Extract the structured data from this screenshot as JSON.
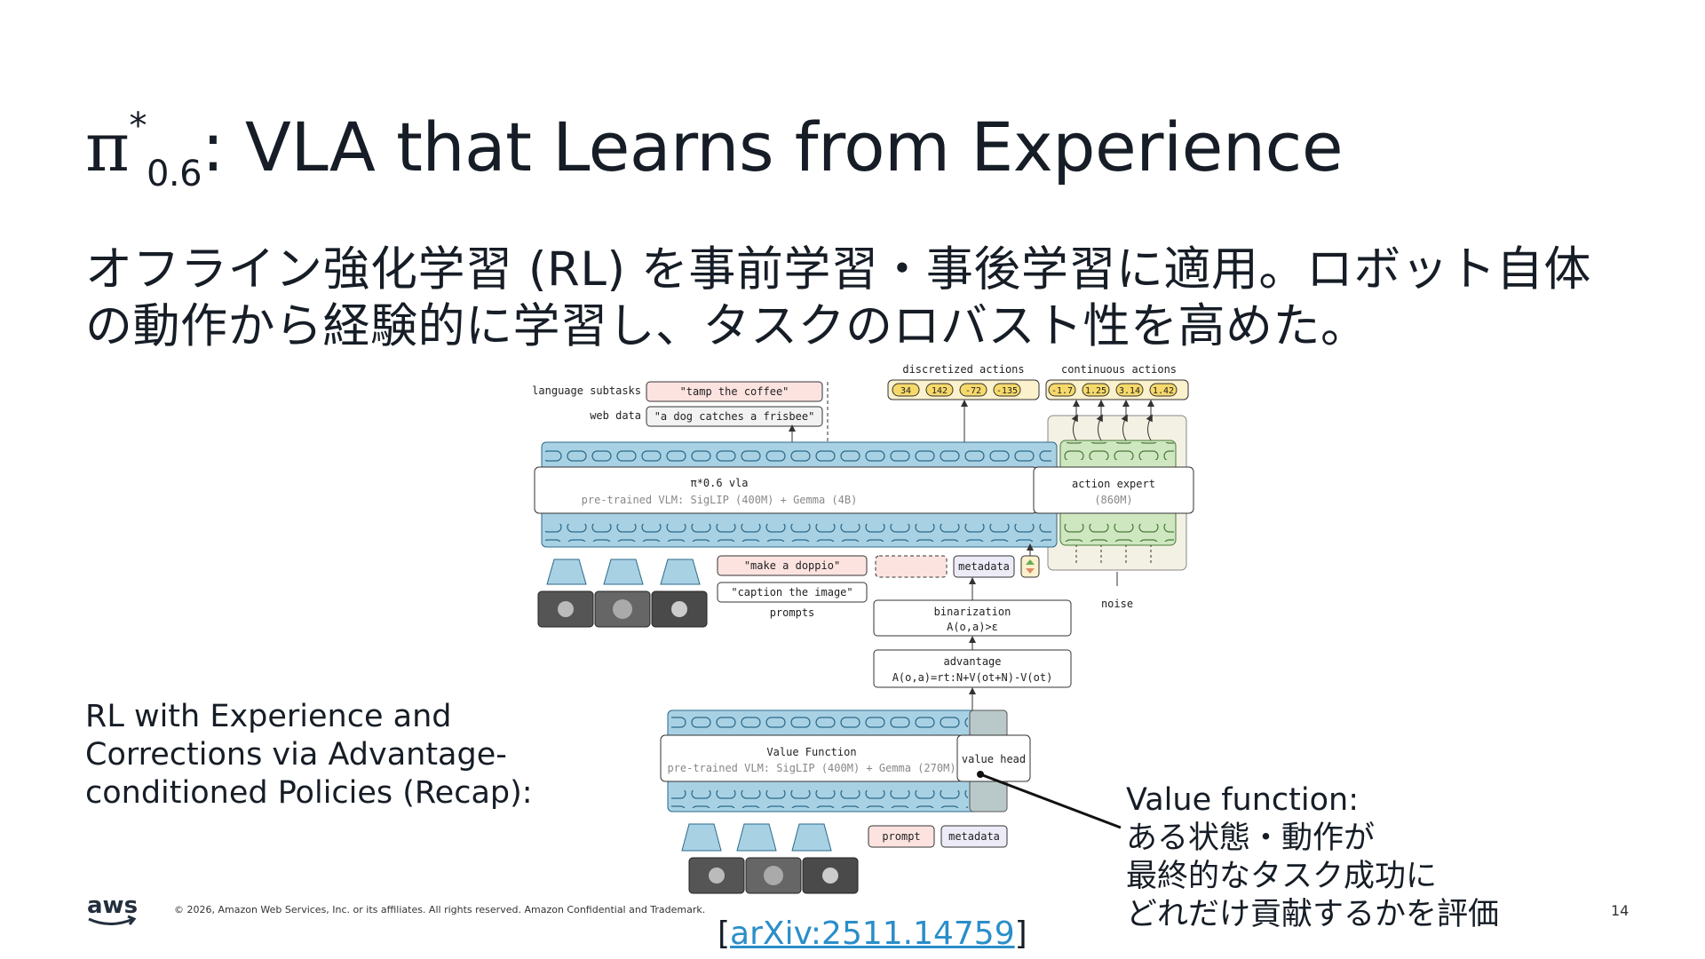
{
  "slide": {
    "title_main": "π",
    "title_sup": "*",
    "title_sub": "0.6",
    "title_rest": ": VLA that Learns from Experience",
    "subtitle": "オフライン強化学習 (RL) を事前学習・事後学習に適用。ロボット自体の動作から経験的に学習し、タスクのロバスト性を高めた。",
    "left_note": "RL with Experience and Corrections via Advantage-conditioned Policies (Recap):",
    "right_note": "Value function:\nある状態・動作が\n最終的なタスク成功に\nどれだけ貢献するかを評価",
    "arxiv_open": "[",
    "arxiv_link": "arXiv:2511.14759",
    "arxiv_close": "]",
    "logo_text": "aws",
    "copyright": "© 2026, Amazon Web Services, Inc. or its affiliates. All rights reserved. Amazon Confidential and Trademark.",
    "page_number": "14"
  },
  "diagram": {
    "label_language_subtasks": "language subtasks",
    "label_web_data": "web data",
    "text_tamp": "\"tamp the coffee\"",
    "text_dog": "\"a dog catches a frisbee\"",
    "label_discretized": "discretized actions",
    "label_continuous": "continuous actions",
    "discrete_tokens": [
      "34",
      "142",
      "-72",
      "-135"
    ],
    "continuous_tokens": [
      "-1.7",
      "1.25",
      "3.14",
      "1.42"
    ],
    "vla_name": "π*0.6 vla",
    "vla_desc": "pre-trained VLM: SigLIP (400M) + Gemma (4B)",
    "expert_name": "action expert",
    "expert_desc": "(860M)",
    "prompt_doppio": "\"make a doppio\"",
    "prompt_caption": "\"caption the image\"",
    "label_prompts": "prompts",
    "metadata": "metadata",
    "binarization_title": "binarization",
    "binarization_formula": "A(o,a)>ε",
    "advantage_title": "advantage",
    "advantage_formula": "A(o,a)=rt:N+V(ot+N)-V(ot)",
    "noise": "noise",
    "vf_name": "Value Function",
    "vf_desc": "pre-trained VLM: SigLIP (400M) + Gemma (270M)",
    "value_head": "value head",
    "prompt_small": "prompt",
    "metadata_small": "metadata"
  }
}
